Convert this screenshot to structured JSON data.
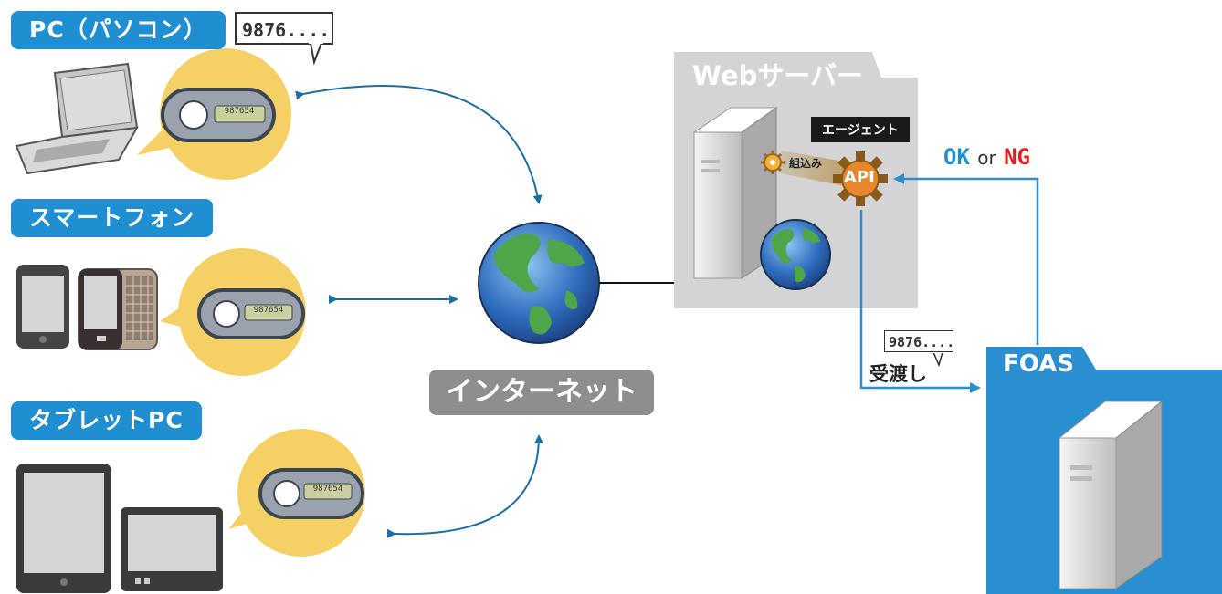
{
  "devices": {
    "pc_label": "PC（パソコン）",
    "smartphone_label": "スマートフォン",
    "tablet_label": "タブレットPC"
  },
  "token_display": "987654",
  "pc_speech": "9876....",
  "internet_label": "インターネット",
  "web_server": {
    "title": "Webサーバー",
    "agent_label": "エージェント",
    "embed_label": "組込み",
    "api_label": "API"
  },
  "result": {
    "ok": "OK",
    "or": "or",
    "ng": "NG"
  },
  "handover": {
    "speech": "9876....",
    "label": "受渡し"
  },
  "foas_label": "FOAS",
  "colors": {
    "label_blue": "#1f8fd1",
    "arrow_blue": "#1a6fa5",
    "line_blue": "#2a8fd0",
    "bubble_yellow": "#f5d065",
    "server_panel": "#d4d4d6",
    "ok_color": "#1f8fd1",
    "ng_color": "#e02020"
  }
}
